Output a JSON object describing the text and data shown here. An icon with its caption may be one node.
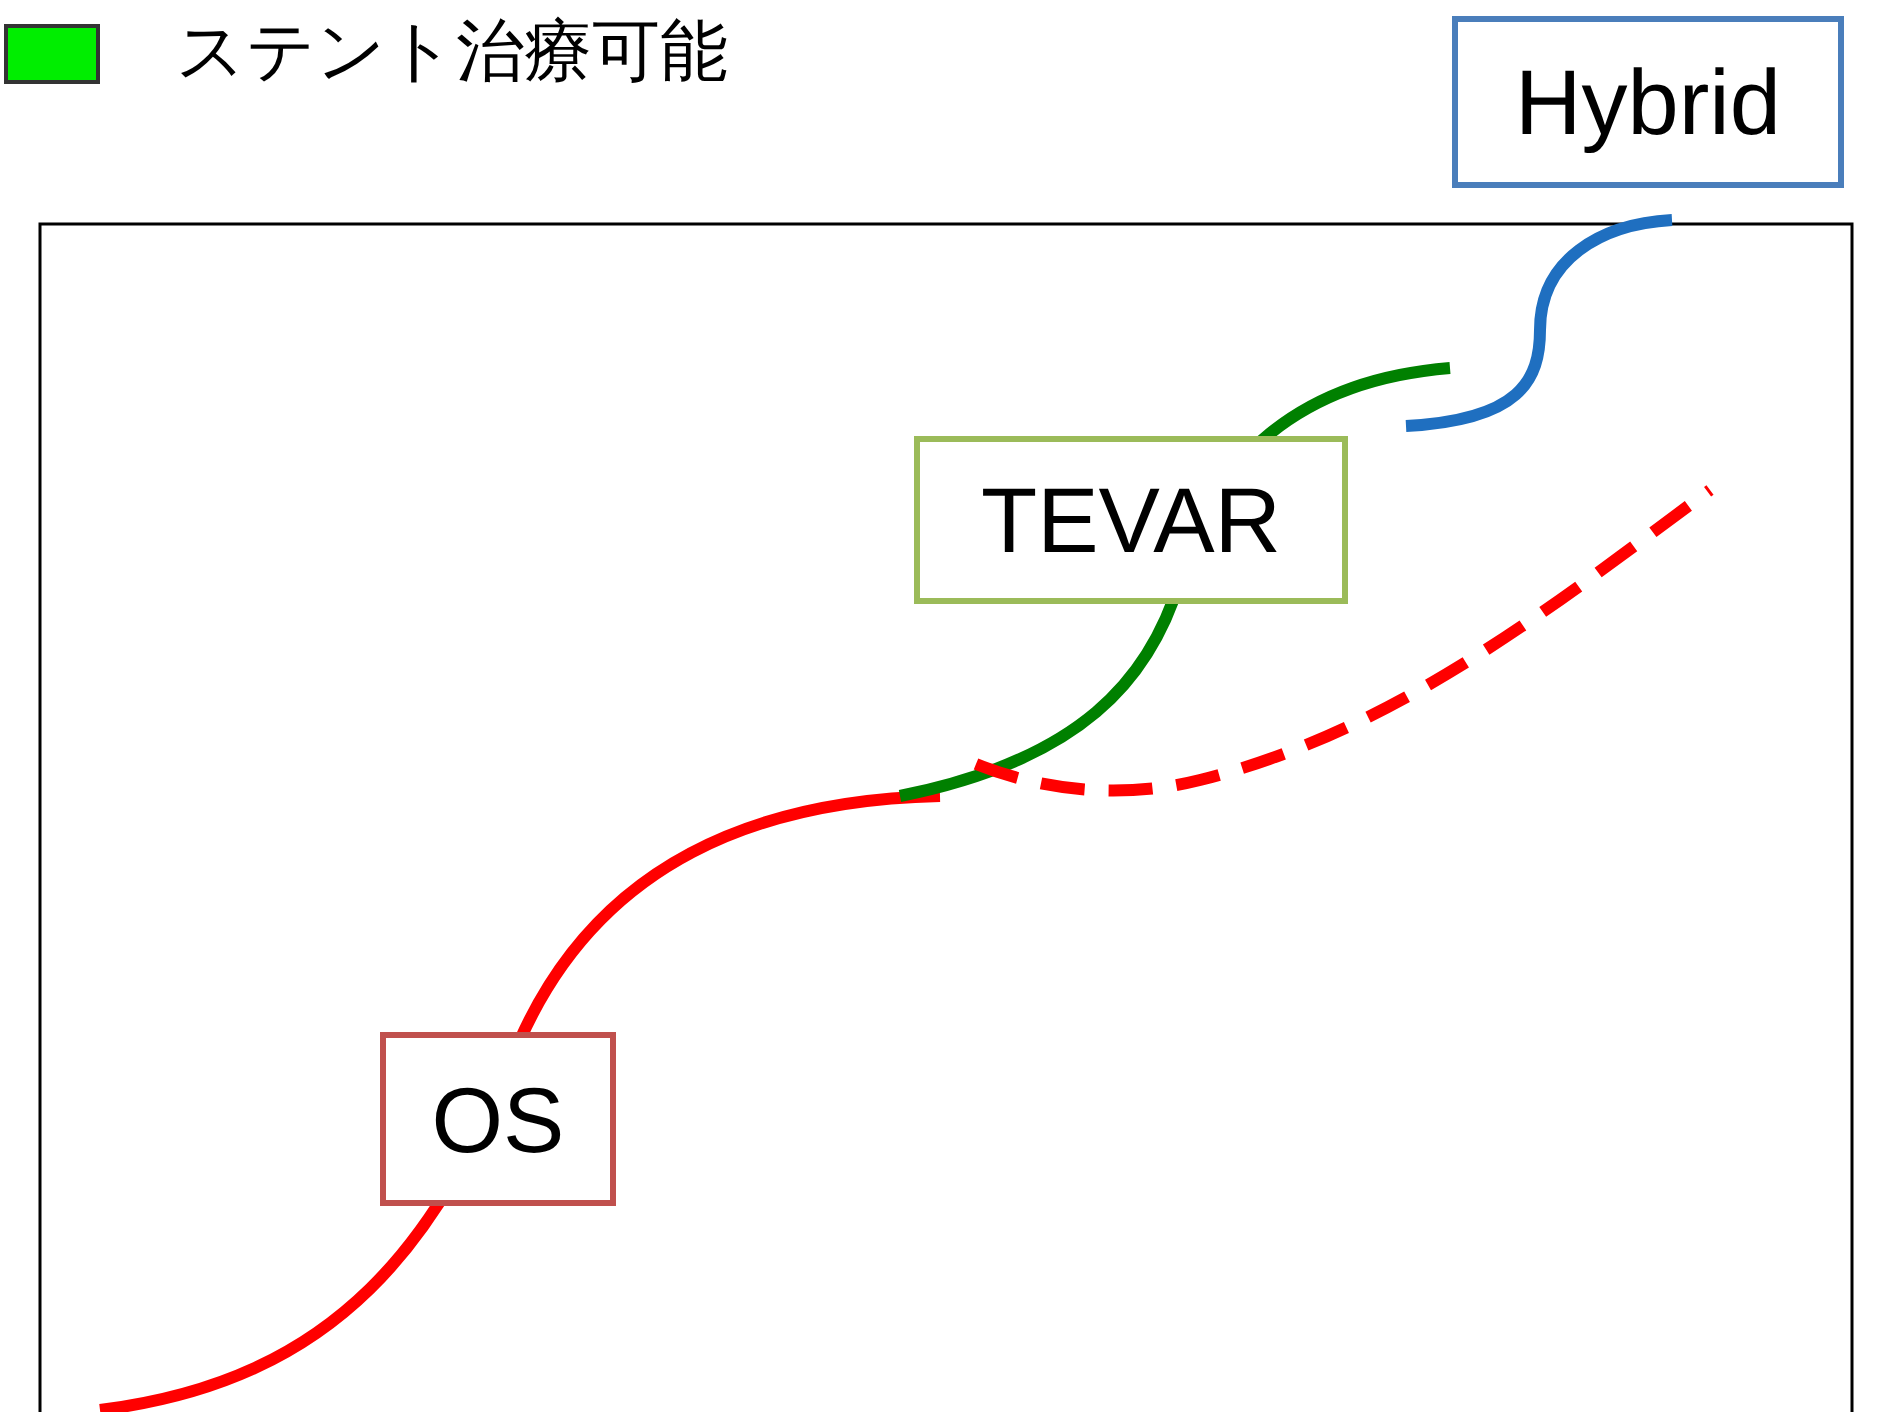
{
  "diagram": {
    "nodes": [
      {
        "text": [
          "Hybrid"
        ]
      },
      {
        "text": [
          "TEVAR"
        ]
      },
      {
        "text": [
          "OS"
        ]
      }
    ],
    "legend": [
      {
        "text": "ステント治療可能",
        "color": "#00ee00"
      }
    ]
  }
}
